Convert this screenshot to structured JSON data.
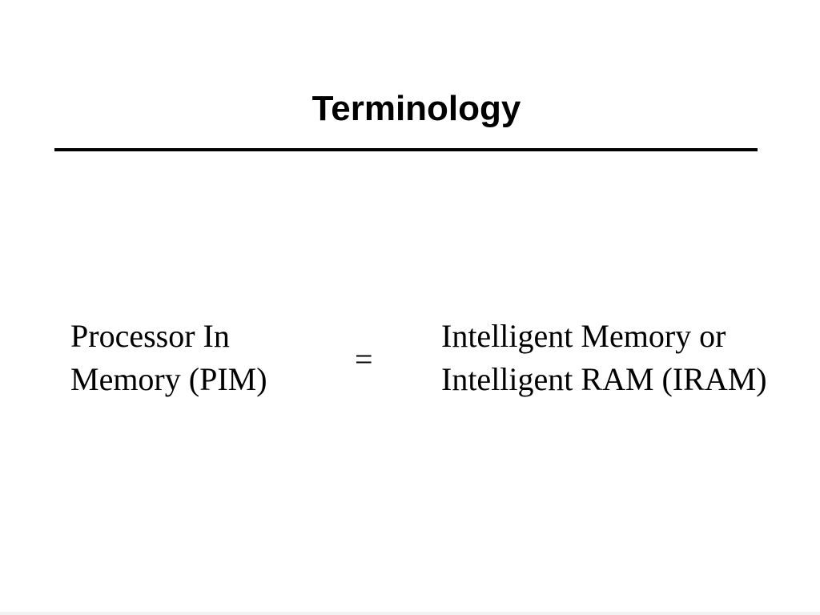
{
  "slide": {
    "title": "Terminology",
    "left_term": {
      "line1": "Processor In",
      "line2": "Memory (PIM)"
    },
    "relation": "=",
    "right_term": {
      "line1": "Intelligent Memory or",
      "line2": "Intelligent RAM (IRAM)"
    }
  }
}
